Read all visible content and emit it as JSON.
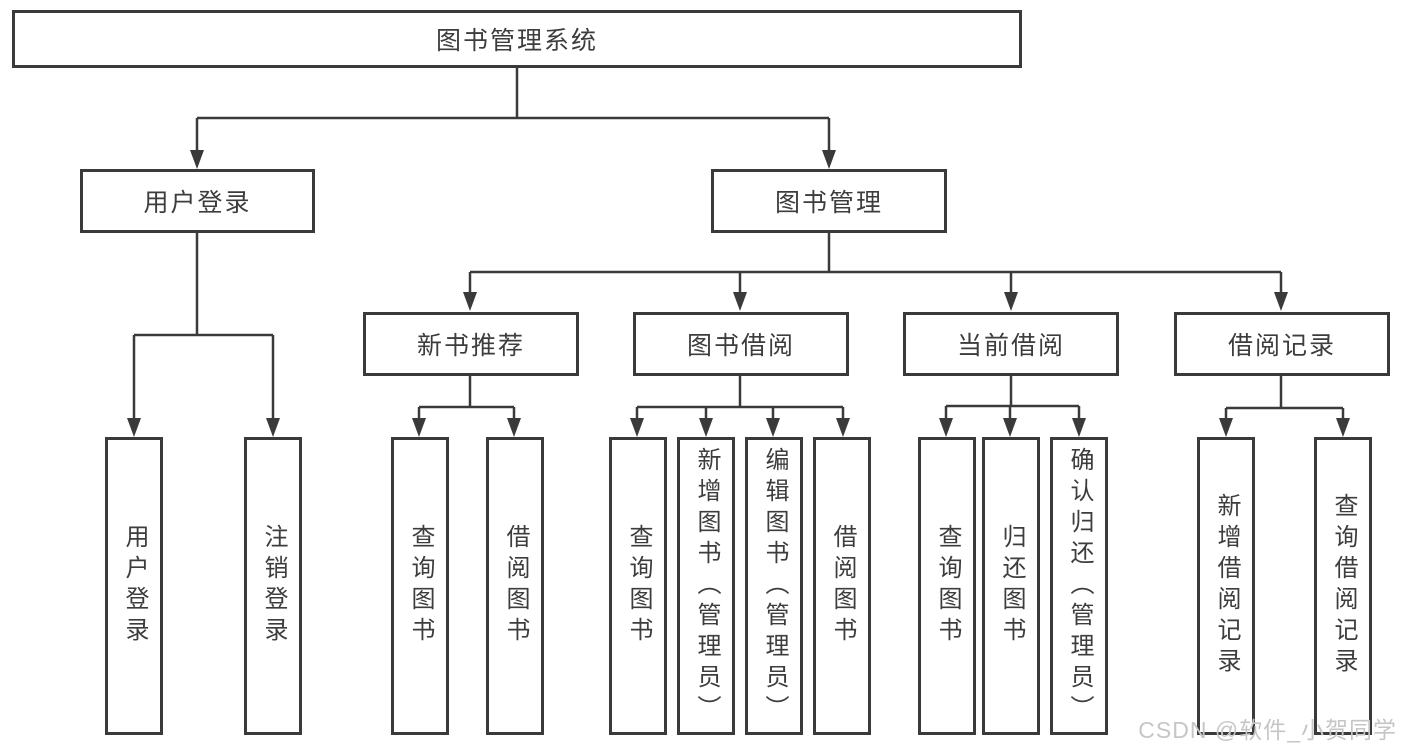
{
  "diagram": {
    "root": {
      "label": "图书管理系统"
    },
    "level2": [
      {
        "label": "用户登录"
      },
      {
        "label": "图书管理"
      }
    ],
    "level3": [
      {
        "label": "新书推荐"
      },
      {
        "label": "图书借阅"
      },
      {
        "label": "当前借阅"
      },
      {
        "label": "借阅记录"
      }
    ],
    "leaves": [
      {
        "label": "用户登录"
      },
      {
        "label": "注销登录"
      },
      {
        "label": "查询图书"
      },
      {
        "label": "借阅图书"
      },
      {
        "label": "查询图书"
      },
      {
        "label": "新增图书（管理员）"
      },
      {
        "label": "编辑图书（管理员）"
      },
      {
        "label": "借阅图书"
      },
      {
        "label": "查询图书"
      },
      {
        "label": "归还图书"
      },
      {
        "label": "确认归还（管理员）"
      },
      {
        "label": "新增借阅记录"
      },
      {
        "label": "查询借阅记录"
      }
    ]
  },
  "watermark": {
    "text": "CSDN @软件_小贺同学"
  },
  "colors": {
    "line": "#3a3a3a",
    "text": "#3d3d3d",
    "watermark": "#c6c6c6",
    "background": "#ffffff"
  }
}
